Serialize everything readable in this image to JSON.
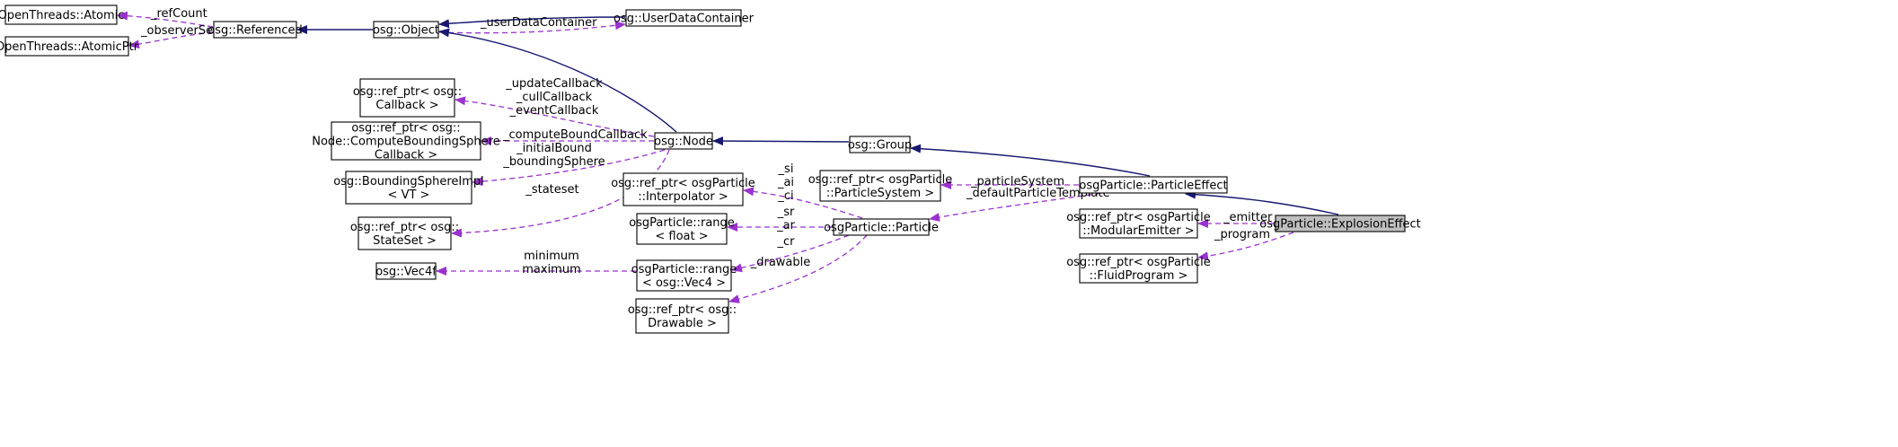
{
  "colors": {
    "inheritance_edge": "#191970",
    "usage_edge": "#9a32cd",
    "highlight_fill": "#bfbfbf"
  },
  "nodes": {
    "atomic": [
      "OpenThreads::Atomic"
    ],
    "atomicptr": [
      "OpenThreads::AtomicPtr"
    ],
    "referenced": [
      "osg::Referenced"
    ],
    "object": [
      "osg::Object"
    ],
    "userdata": [
      "osg::UserDataContainer"
    ],
    "callback": [
      "osg::ref_ptr< osg::",
      "Callback >"
    ],
    "computebound": [
      "osg::ref_ptr< osg::",
      "Node::ComputeBoundingSphere",
      "Callback >"
    ],
    "bsphere": [
      "osg::BoundingSphereImpl",
      "< VT >"
    ],
    "stateset": [
      "osg::ref_ptr< osg::",
      "StateSet >"
    ],
    "vec4f": [
      "osg::Vec4f"
    ],
    "node": [
      "osg::Node"
    ],
    "interpolator": [
      "osg::ref_ptr< osgParticle",
      "::Interpolator >"
    ],
    "rangefloat": [
      "osgParticle::range",
      "< float >"
    ],
    "rangevec4": [
      "osgParticle::range",
      "< osg::Vec4 >"
    ],
    "drawable": [
      "osg::ref_ptr< osg::",
      "Drawable >"
    ],
    "particle": [
      "osgParticle::Particle"
    ],
    "group": [
      "osg::Group"
    ],
    "psystem": [
      "osg::ref_ptr< osgParticle",
      "::ParticleSystem >"
    ],
    "peffect": [
      "osgParticle::ParticleEffect"
    ],
    "memitter": [
      "osg::ref_ptr< osgParticle",
      "::ModularEmitter >"
    ],
    "fprogram": [
      "osg::ref_ptr< osgParticle",
      "::FluidProgram >"
    ],
    "explosion": [
      "osgParticle::ExplosionEffect"
    ]
  },
  "edge_labels": {
    "refcount": [
      "_refCount"
    ],
    "observerset": [
      "_observerSet"
    ],
    "userdatacontainer": [
      "_userDataContainer"
    ],
    "callbacks": [
      "_updateCallback",
      "_cullCallback",
      "_eventCallback"
    ],
    "computeboundcallback": [
      "_computeBoundCallback"
    ],
    "bounds": [
      "_initialBound",
      "_boundingSphere"
    ],
    "stateset": [
      "_stateset"
    ],
    "minmax": [
      "minimum",
      "maximum"
    ],
    "siaici": [
      "_si",
      "_ai",
      "_ci"
    ],
    "srar": [
      "_sr",
      "_ar"
    ],
    "cr": [
      "_cr"
    ],
    "drawable": [
      "_drawable"
    ],
    "particlesystem": [
      "_particleSystem"
    ],
    "defaulttemplate": [
      "_defaultParticleTemplate"
    ],
    "emitter": [
      "_emitter"
    ],
    "program": [
      "_program"
    ]
  }
}
